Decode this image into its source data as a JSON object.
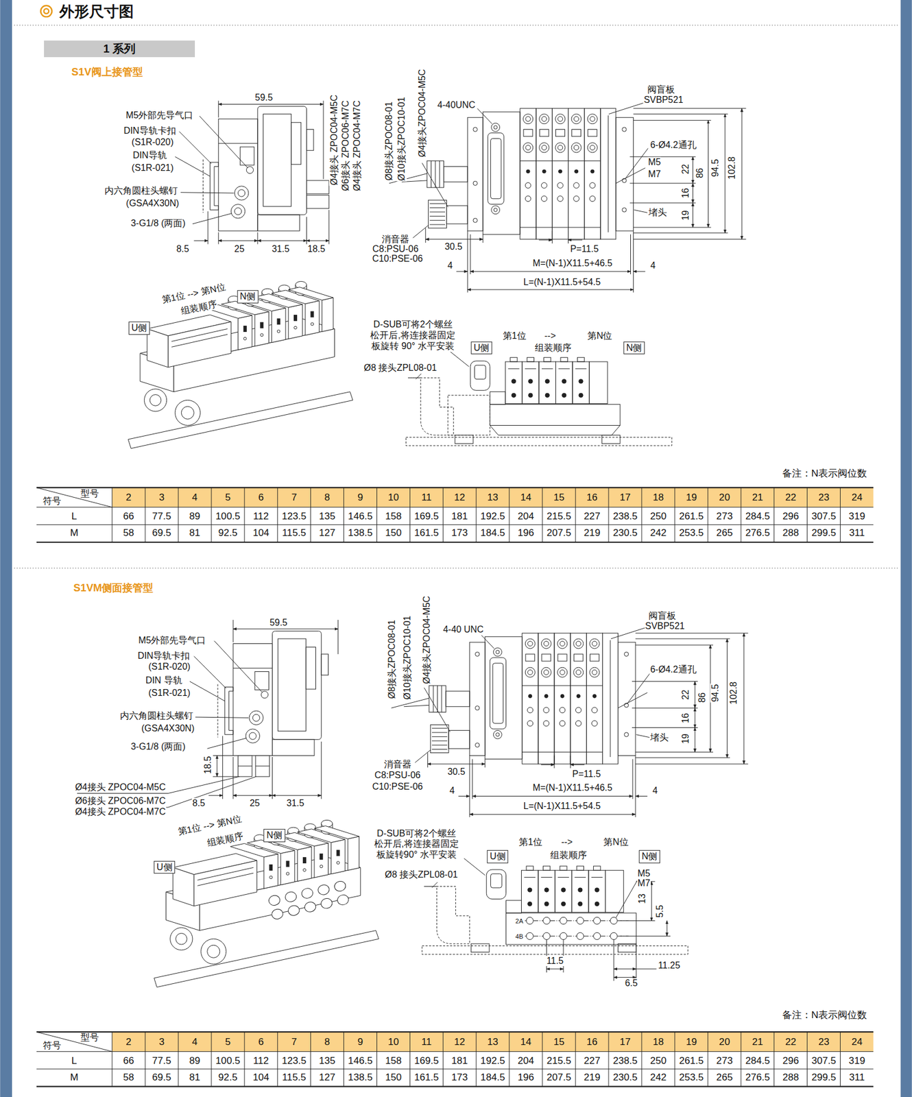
{
  "diagram": {
    "title": "外形尺寸图",
    "nodes": [
      {
        "text": [
          "1 系列"
        ]
      },
      {
        "text": [
          "U侧"
        ]
      },
      {
        "text": [
          "N侧"
        ]
      },
      {
        "text": [
          "U侧"
        ]
      },
      {
        "text": [
          "N侧"
        ]
      },
      {
        "text": [
          "U侧"
        ]
      },
      {
        "text": [
          "N侧"
        ]
      },
      {
        "text": [
          "U侧"
        ]
      },
      {
        "text": [
          "N侧"
        ]
      }
    ],
    "labels": [
      "S1V阀上接管型",
      "59.5",
      "M5外部先导气口",
      "DIN导轨卡扣",
      "(S1R-020)",
      "DIN导轨",
      "(S1R-021)",
      "内六角圆柱头螺钉",
      "(GSA4X30N)",
      "3-G1/8 (两面)",
      "8.5",
      "25",
      "31.5",
      "18.5",
      "Ø4接头 ZPOC04-M5C",
      "Ø6接头 ZPOC06-M7C",
      "Ø4接头 ZPOC04-M7C",
      "Ø8接头ZPOC08-01",
      "Ø10接头ZPOC10-01",
      "Ø4接头ZPOC04-M5C",
      "4-40UNC",
      "阀盲板",
      "SVBP521",
      "6-Ø4.2通孔",
      "M5",
      "M7",
      "22",
      "86",
      "94.5",
      "102.8",
      "16",
      "19",
      "堵头",
      "消音器",
      "C8:PSU-06",
      "C10:PSE-06",
      "30.5",
      "P=11.5",
      "4",
      "M=(N-1)X11.5+46.5",
      "4",
      "L=(N-1)X11.5+54.5",
      "第1位 --> 第N位",
      "组装顺序",
      "D-SUB可将2个螺丝",
      "松开后,将连接器固定",
      "板旋转 90° 水平安装",
      "Ø8 接头ZPL08-01",
      "第1位",
      "-->",
      "第N位",
      "组装顺序",
      "备注：N表示阀位数",
      "型号",
      "符号",
      "2",
      "3",
      "4",
      "5",
      "6",
      "7",
      "8",
      "9",
      "10",
      "11",
      "12",
      "13",
      "14",
      "15",
      "16",
      "17",
      "18",
      "19",
      "20",
      "21",
      "22",
      "23",
      "24",
      "L",
      "66",
      "77.5",
      "89",
      "100.5",
      "112",
      "123.5",
      "135",
      "146.5",
      "158",
      "169.5",
      "181",
      "192.5",
      "204",
      "215.5",
      "227",
      "238.5",
      "250",
      "261.5",
      "273",
      "284.5",
      "296",
      "307.5",
      "319",
      "M",
      "58",
      "69.5",
      "81",
      "92.5",
      "104",
      "115.5",
      "127",
      "138.5",
      "150",
      "161.5",
      "173",
      "184.5",
      "196",
      "207.5",
      "219",
      "230.5",
      "242",
      "253.5",
      "265",
      "276.5",
      "288",
      "299.5",
      "311",
      "S1VM侧面接管型",
      "59.5",
      "M5外部先导气口",
      "DIN导轨卡扣",
      "(S1R-020)",
      "DIN 导轨",
      "(S1R-021)",
      "内六角圆柱头螺钉",
      "(GSA4X30N)",
      "3-G1/8 (两面)",
      "18.5",
      "Ø4接头 ZPOC04-M5C",
      "Ø6接头 ZPOC06-M7C",
      "Ø4接头 ZPOC04-M7C",
      "8.5",
      "25",
      "31.5",
      "Ø8接头ZPOC08-01",
      "Ø10接头ZPOC10-01",
      "Ø4接头ZPOC04-M5C",
      "4-40 UNC",
      "阀盲板",
      "SVBP521",
      "6-Ø4.2通孔",
      "22",
      "86",
      "94.5",
      "102.8",
      "16",
      "19",
      "堵头",
      "消音器",
      "C8:PSU-06",
      "C10:PSE-06",
      "30.5",
      "P=11.5",
      "4",
      "M=(N-1)X11.5+46.5",
      "4",
      "L=(N-1)X11.5+54.5",
      "第1位 --> 第N位",
      "组装顺序",
      "D-SUB可将2个螺丝",
      "松开后,将连接器固定",
      "板旋转90° 水平安装",
      "Ø8 接头ZPL08-01",
      "第1位",
      "-->",
      "第N位",
      "组装顺序",
      "M5",
      "M7",
      "13",
      "5.5",
      "2A",
      "4B",
      "11.5",
      "11.25",
      "6.5",
      "备注：N表示阀位数",
      "型号",
      "符号",
      "2",
      "3",
      "4",
      "5",
      "6",
      "7",
      "8",
      "9",
      "10",
      "11",
      "12",
      "13",
      "14",
      "15",
      "16",
      "17",
      "18",
      "19",
      "20",
      "21",
      "22",
      "23",
      "24",
      "L",
      "66",
      "77.5",
      "89",
      "100.5",
      "112",
      "123.5",
      "135",
      "146.5",
      "158",
      "169.5",
      "181",
      "192.5",
      "204",
      "215.5",
      "227",
      "238.5",
      "250",
      "261.5",
      "273",
      "284.5",
      "296",
      "307.5",
      "319",
      "M",
      "58",
      "69.5",
      "81",
      "92.5",
      "104",
      "115.5",
      "127",
      "138.5",
      "150",
      "161.5",
      "173",
      "184.5",
      "196",
      "207.5",
      "219",
      "230.5",
      "242",
      "253.5",
      "265",
      "276.5",
      "288",
      "299.5",
      "311"
    ]
  }
}
